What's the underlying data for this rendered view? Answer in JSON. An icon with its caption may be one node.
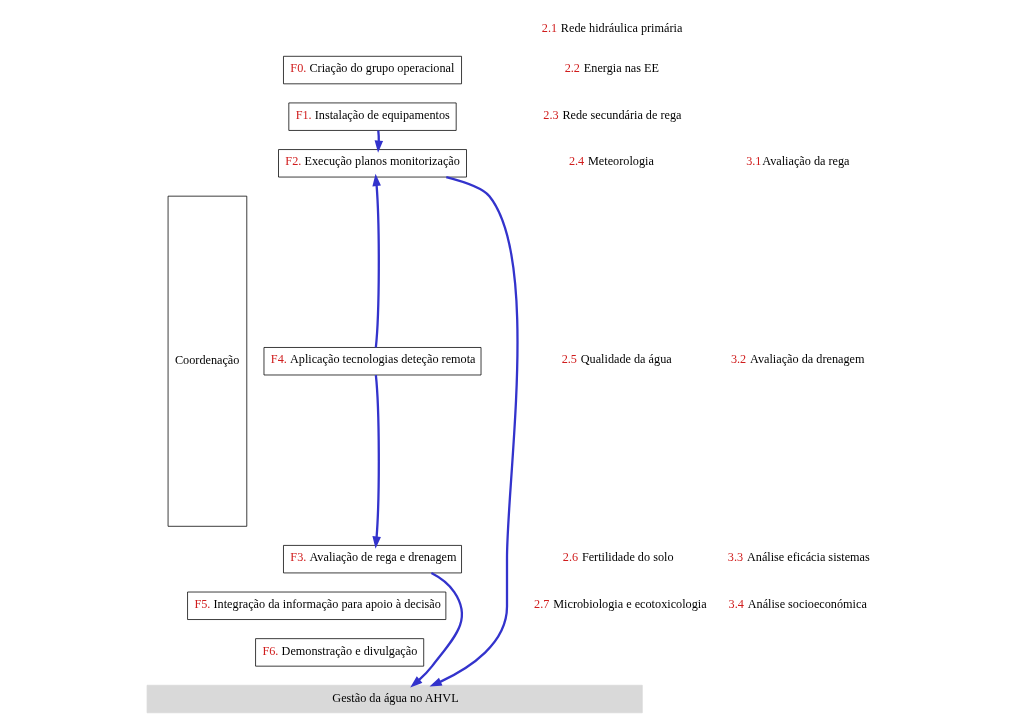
{
  "diagram": {
    "nodes": [
      {
        "text": [
          "Coordenação"
        ]
      },
      {
        "text": [
          "F0. Criação do grupo operacional"
        ]
      },
      {
        "text": [
          "F1. Instalação de equipamentos"
        ]
      },
      {
        "text": [
          "F2. Execução planos monitorização"
        ]
      },
      {
        "text": [
          "F4. Aplicação tecnologias deteção remota"
        ]
      },
      {
        "text": [
          "F3. Avaliação de rega e drenagem"
        ]
      },
      {
        "text": [
          "F5. Integração da informação para apoio à decisão"
        ]
      },
      {
        "text": [
          "F6. Demonstração e divulgação"
        ]
      },
      {
        "text": [
          "Gestão da água no AHVL"
        ]
      }
    ],
    "edges": [
      {
        "from": 2,
        "to": 3,
        "arrow": "to"
      },
      {
        "from": 4,
        "to": 3,
        "arrow": "to"
      },
      {
        "from": 4,
        "to": 5,
        "arrow": "to"
      },
      {
        "from": 3,
        "to": 8,
        "arrow": "to"
      },
      {
        "from": 5,
        "to": 8,
        "arrow": "to"
      }
    ],
    "labels": [
      "2.1 Rede hidráulica primária",
      "2.2 Energia nas EE",
      "2.3 Rede secundária de rega",
      "2.4 Meteorologia",
      "2.5 Qualidade da água",
      "2.6 Fertilidade do solo",
      "2.7 Microbiologia e ecotoxicologia",
      "3.1Avaliação da rega",
      "3.2 Avaliação da drenagem",
      "3.3 Análise eficácia sistemas",
      "3.4 Análise socioeconómica"
    ]
  }
}
